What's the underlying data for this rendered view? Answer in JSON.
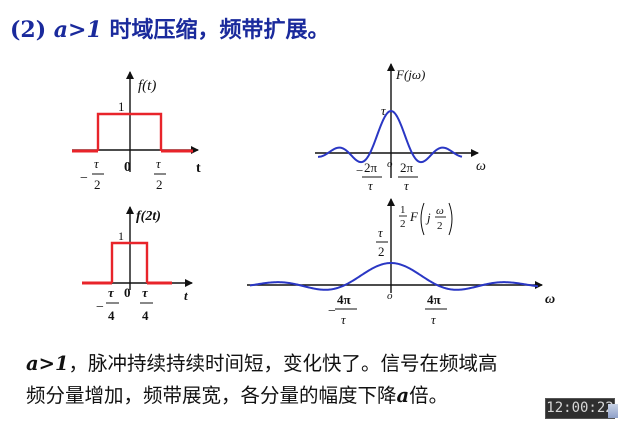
{
  "heading": {
    "prefix": "(2) ",
    "condition": "a>1",
    "text": " 时域压缩，频带扩展。"
  },
  "fig1": {
    "label": "f(t)",
    "one": "1",
    "zero": "0",
    "axis": "t",
    "left_sign": "−",
    "left_num": "τ",
    "left_den": "2",
    "right_num": "τ",
    "right_den": "2"
  },
  "fig2": {
    "label": "F(jω)",
    "peak": "τ",
    "origin": "o",
    "axis": "ω",
    "left_sign": "−",
    "left_num": "2π",
    "left_den": "τ",
    "right_num": "2π",
    "right_den": "τ"
  },
  "fig3": {
    "label": "f(2t)",
    "one": "1",
    "zero": "0",
    "axis": "t",
    "left_sign": "−",
    "left_num": "τ",
    "left_den": "4",
    "right_num": "τ",
    "right_den": "4"
  },
  "fig4": {
    "label_frac_num": "1",
    "label_frac_den": "2",
    "label_F": "F",
    "label_j": "j",
    "label_inner_num": "ω",
    "label_inner_den": "2",
    "peak_num": "τ",
    "peak_den": "2",
    "origin": "o",
    "axis": "ω",
    "left_sign": "−",
    "left_num": "4π",
    "left_den": "τ",
    "right_num": "4π",
    "right_den": "τ"
  },
  "bottom": {
    "condition": "a>1",
    "line1": "，脉冲持续持续时间短，变化快了。信号在频域高",
    "line2_pre": "频分量增加，频带展宽，各分量的幅度下降",
    "line2_var": "a",
    "line2_post": "倍。"
  },
  "clock": {
    "time": "12:00:22"
  },
  "colors": {
    "heading": "#1a2a9c",
    "pulse": "#e8242a",
    "spectrum": "#2a37c4"
  }
}
